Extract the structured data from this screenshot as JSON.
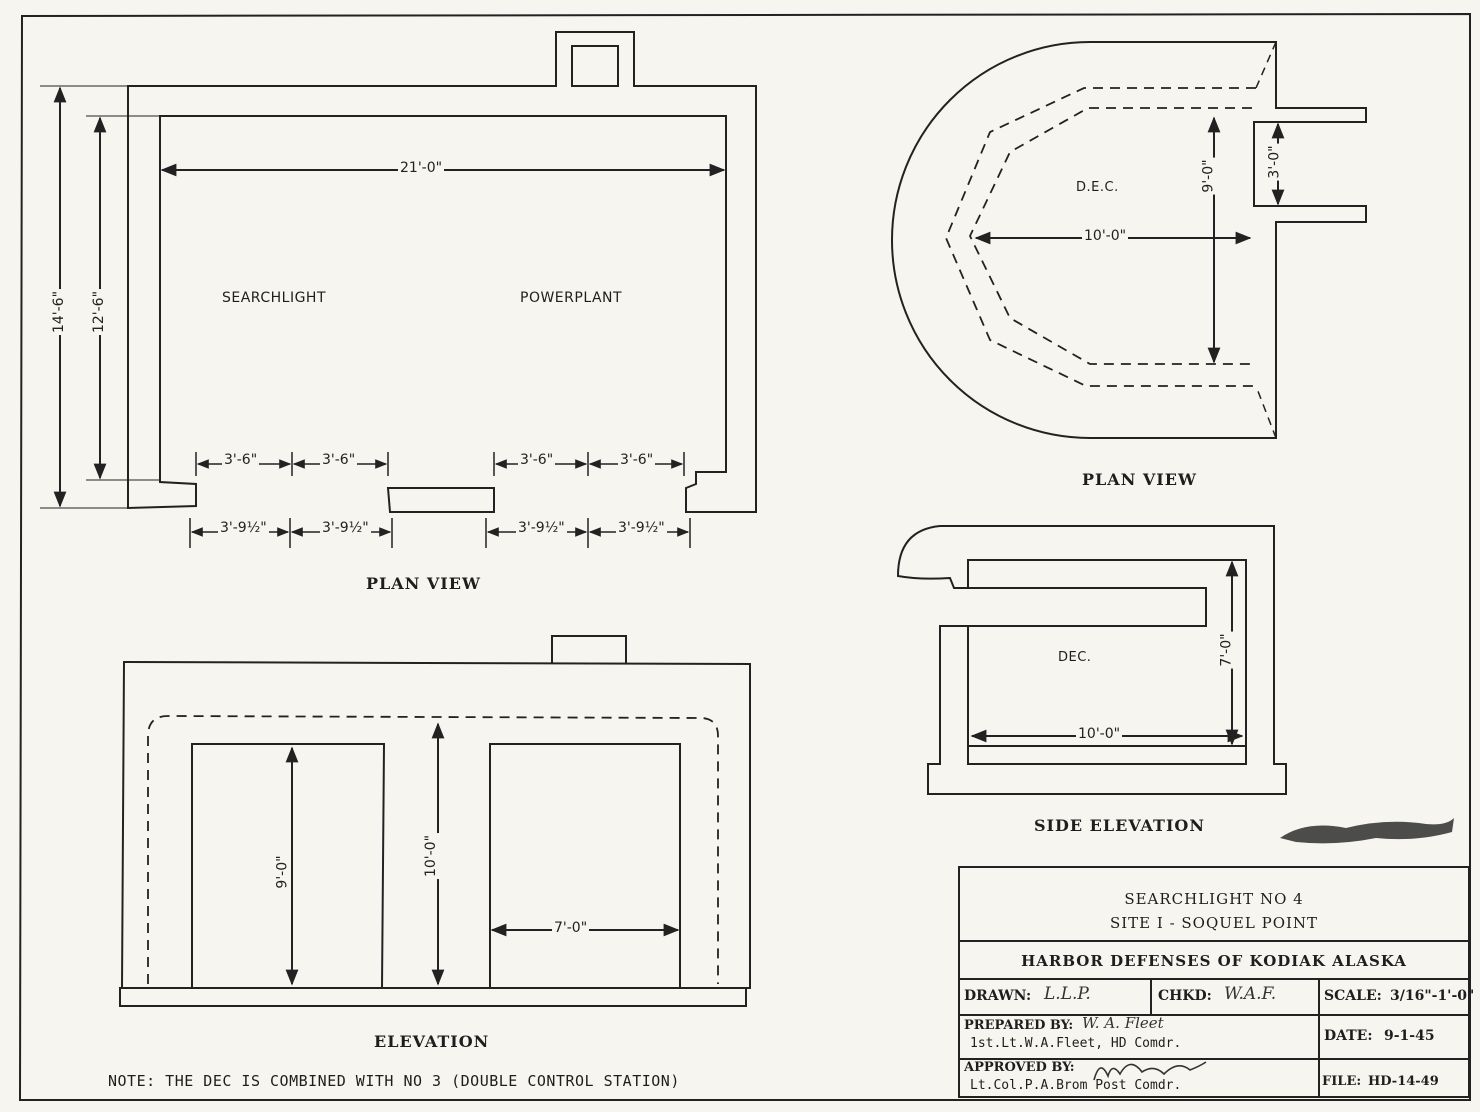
{
  "plan_left": {
    "title": "PLAN VIEW",
    "dim_width": "21'-0\"",
    "dim_outer_height": "14'-6\"",
    "dim_inner_height": "12'-6\"",
    "room_left": "SEARCHLIGHT",
    "room_right": "POWERPLANT",
    "opening_dims": [
      "3'-6\"",
      "3'-6\"",
      "3'-6\"",
      "3'-6\""
    ],
    "outer_dims": [
      "3'-9½\"",
      "3'-9½\"",
      "3'-9½\"",
      "3'-9½\""
    ]
  },
  "elevation": {
    "title": "ELEVATION",
    "dim_door_height": "9'-0\"",
    "dim_total_height": "10'-0\"",
    "dim_door_width": "7'-0\""
  },
  "plan_right": {
    "title": "PLAN VIEW",
    "room": "D.E.C.",
    "dim_length": "10'-0\"",
    "dim_height": "9'-0\"",
    "dim_entry": "3'-0\""
  },
  "side_elevation": {
    "title": "SIDE ELEVATION",
    "room": "DEC.",
    "dim_length": "10'-0\"",
    "dim_height": "7'-0\""
  },
  "note": "NOTE: THE DEC IS COMBINED WITH NO 3 (DOUBLE CONTROL STATION)",
  "title_block": {
    "line1": "SEARCHLIGHT NO 4",
    "line2": "SITE I - SOQUEL POINT",
    "org": "HARBOR DEFENSES OF KODIAK ALASKA",
    "drawn_label": "DRAWN:",
    "drawn_value": "L.L.P.",
    "chkd_label": "CHKD:",
    "chkd_value": "W.A.F.",
    "scale_label": "SCALE:",
    "scale_value": "3/16\"-1'-0\"",
    "prepared_label": "PREPARED BY:",
    "prepared_sig": "W. A. Fleet",
    "prepared_name": "1st.Lt.W.A.Fleet, HD Comdr.",
    "date_label": "DATE:",
    "date_value": "9-1-45",
    "approved_label": "APPROVED BY:",
    "approved_name": "Lt.Col.P.A.Brom  Post Comdr.",
    "file_label": "FILE:",
    "file_value": "HD-14-49"
  }
}
